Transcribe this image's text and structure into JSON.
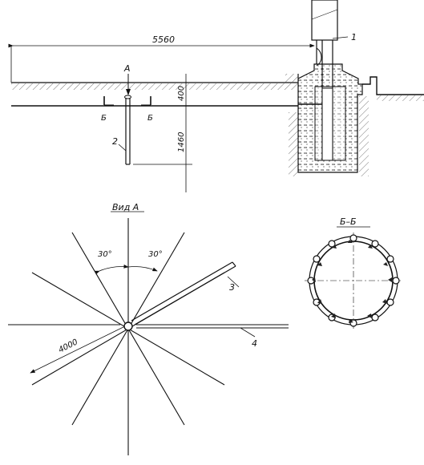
{
  "labels": {
    "dim_length": "5560",
    "dim_depth_top": "400",
    "dim_depth": "1460",
    "dim_ray": "4000",
    "view_mark": "А",
    "section_mark_left": "Б",
    "section_mark_right": "Б",
    "pos_1": "1",
    "pos_2": "2",
    "pos_3": "3",
    "pos_4": "4",
    "view_title": "Вид А",
    "section_title": "Б–Б",
    "angle_left": "30°",
    "angle_right": "30°"
  },
  "colors": {
    "ink": "#111111",
    "paper": "#ffffff",
    "hatch": "#555555"
  }
}
